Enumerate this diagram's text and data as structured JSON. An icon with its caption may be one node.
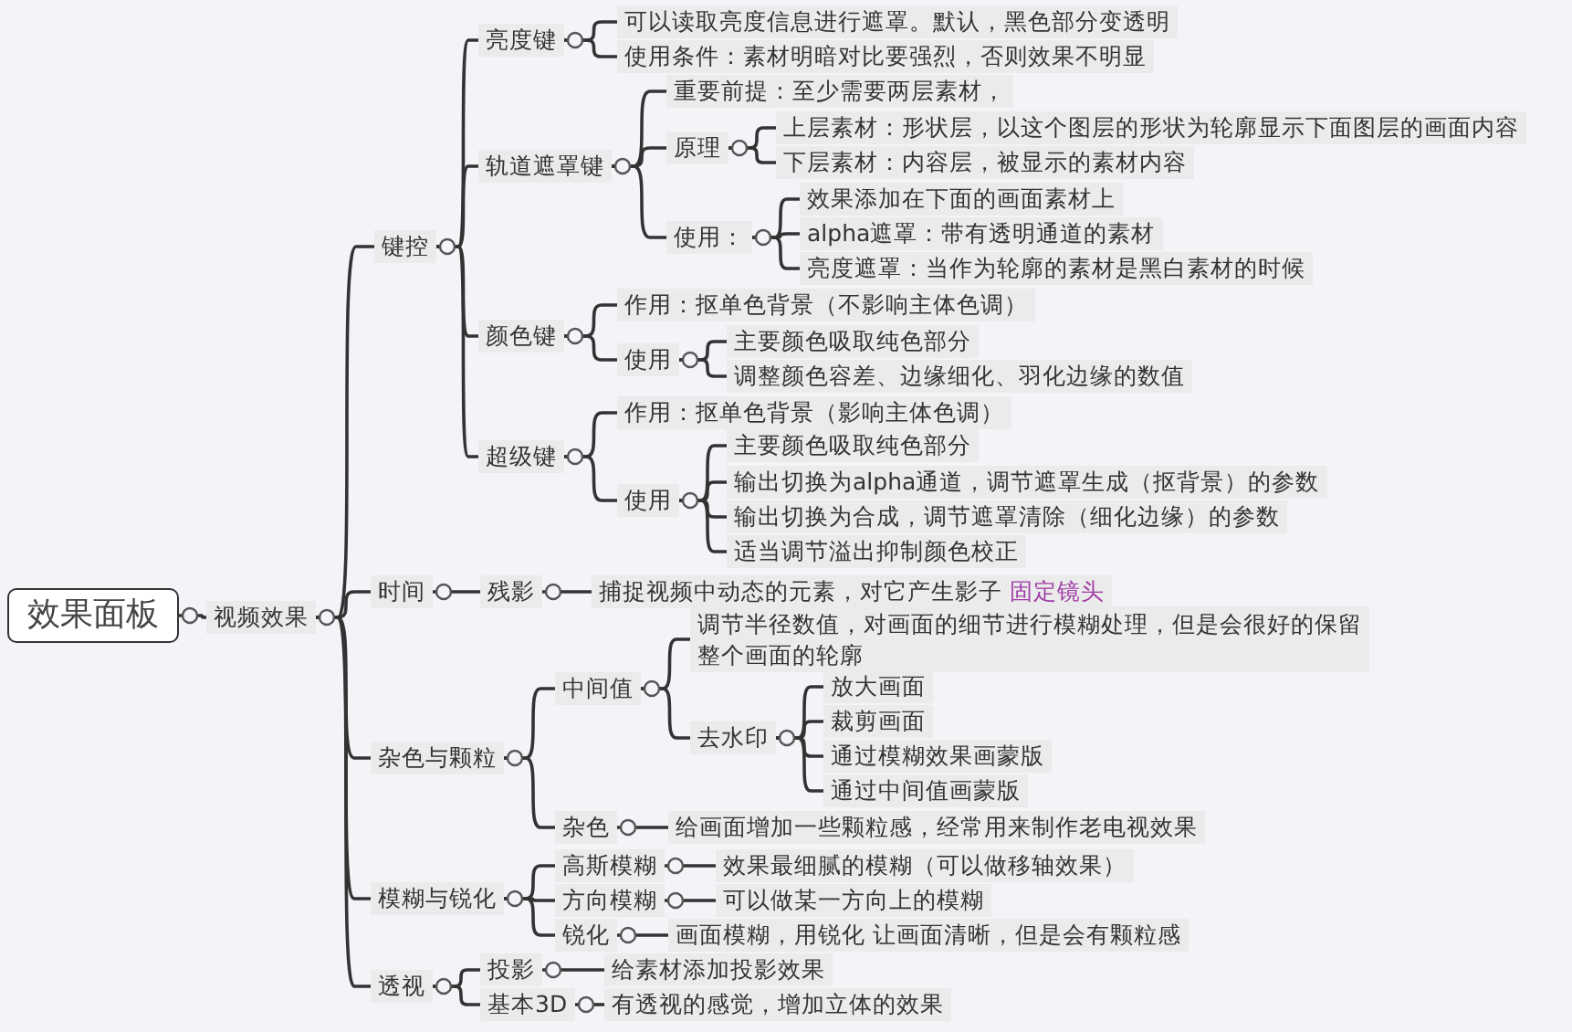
{
  "diagram": {
    "nodes": [
      {
        "text": [
          "效果面板"
        ]
      },
      {
        "text": [
          "视频效果"
        ]
      },
      {
        "text": [
          "键控"
        ]
      },
      {
        "text": [
          "亮度键"
        ]
      },
      {
        "text": [
          "可以读取亮度信息进行遮罩。默认，黑色部分变透明"
        ]
      },
      {
        "text": [
          "使用条件：素材明暗对比要强烈，否则效果不明显"
        ]
      },
      {
        "text": [
          "轨道遮罩键"
        ]
      },
      {
        "text": [
          "重要前提：至少需要两层素材，"
        ]
      },
      {
        "text": [
          "原理"
        ]
      },
      {
        "text": [
          "上层素材：形状层，以这个图层的形状为轮廓显示下面图层的画面内容"
        ]
      },
      {
        "text": [
          "下层素材：内容层，被显示的素材内容"
        ]
      },
      {
        "text": [
          "使用："
        ]
      },
      {
        "text": [
          "效果添加在下面的画面素材上"
        ]
      },
      {
        "text": [
          "alpha遮罩：带有透明通道的素材"
        ]
      },
      {
        "text": [
          "亮度遮罩：当作为轮廓的素材是黑白素材的时候"
        ]
      },
      {
        "text": [
          "颜色键"
        ]
      },
      {
        "text": [
          "作用：抠单色背景（不影响主体色调）"
        ]
      },
      {
        "text": [
          "使用"
        ]
      },
      {
        "text": [
          "主要颜色吸取纯色部分"
        ]
      },
      {
        "text": [
          "调整颜色容差、边缘细化、羽化边缘的数值"
        ]
      },
      {
        "text": [
          "超级键"
        ]
      },
      {
        "text": [
          "作用：抠单色背景（影响主体色调）"
        ]
      },
      {
        "text": [
          "使用"
        ]
      },
      {
        "text": [
          "主要颜色吸取纯色部分"
        ]
      },
      {
        "text": [
          "输出切换为alpha通道，调节遮罩生成（抠背景）的参数"
        ]
      },
      {
        "text": [
          "输出切换为合成，调节遮罩清除（细化边缘）的参数"
        ]
      },
      {
        "text": [
          "适当调节溢出抑制颜色校正"
        ]
      },
      {
        "text": [
          "时间"
        ]
      },
      {
        "text": [
          "残影"
        ]
      },
      {
        "text": [
          "捕捉视频中动态的元素，对它产生影子",
          "固定镜头"
        ]
      },
      {
        "text": [
          "杂色与颗粒"
        ]
      },
      {
        "text": [
          "中间值"
        ]
      },
      {
        "text": [
          "调节半径数值，对画面的细节进行模糊处理，但是会很好的保留整个画面的轮廓"
        ]
      },
      {
        "text": [
          "去水印"
        ]
      },
      {
        "text": [
          "放大画面"
        ]
      },
      {
        "text": [
          "裁剪画面"
        ]
      },
      {
        "text": [
          "通过模糊效果画蒙版"
        ]
      },
      {
        "text": [
          "通过中间值画蒙版"
        ]
      },
      {
        "text": [
          "杂色"
        ]
      },
      {
        "text": [
          "给画面增加一些颗粒感，经常用来制作老电视效果"
        ]
      },
      {
        "text": [
          "模糊与锐化"
        ]
      },
      {
        "text": [
          "高斯模糊"
        ]
      },
      {
        "text": [
          "效果最细腻的模糊（可以做移轴效果）"
        ]
      },
      {
        "text": [
          "方向模糊"
        ]
      },
      {
        "text": [
          "可以做某一方向上的模糊"
        ]
      },
      {
        "text": [
          "锐化"
        ]
      },
      {
        "text": [
          "画面模糊，用锐化 让画面清晰，但是会有颗粒感"
        ]
      },
      {
        "text": [
          "透视"
        ]
      },
      {
        "text": [
          "投影"
        ]
      },
      {
        "text": [
          "给素材添加投影效果"
        ]
      },
      {
        "text": [
          "基本3D"
        ]
      },
      {
        "text": [
          "有透视的感觉，增加立体的效果"
        ]
      }
    ],
    "edges": [
      {
        "from": 0,
        "to": 1,
        "arrow": "none"
      },
      {
        "from": 1,
        "to": 2,
        "arrow": "none"
      },
      {
        "from": 1,
        "to": 27,
        "arrow": "none"
      },
      {
        "from": 1,
        "to": 30,
        "arrow": "none"
      },
      {
        "from": 1,
        "to": 40,
        "arrow": "none"
      },
      {
        "from": 1,
        "to": 47,
        "arrow": "none"
      },
      {
        "from": 2,
        "to": 3,
        "arrow": "none"
      },
      {
        "from": 2,
        "to": 6,
        "arrow": "none"
      },
      {
        "from": 2,
        "to": 15,
        "arrow": "none"
      },
      {
        "from": 2,
        "to": 20,
        "arrow": "none"
      },
      {
        "from": 3,
        "to": 4,
        "arrow": "none"
      },
      {
        "from": 3,
        "to": 5,
        "arrow": "none"
      },
      {
        "from": 6,
        "to": 7,
        "arrow": "none"
      },
      {
        "from": 6,
        "to": 8,
        "arrow": "none"
      },
      {
        "from": 6,
        "to": 11,
        "arrow": "none"
      },
      {
        "from": 8,
        "to": 9,
        "arrow": "none"
      },
      {
        "from": 8,
        "to": 10,
        "arrow": "none"
      },
      {
        "from": 11,
        "to": 12,
        "arrow": "none"
      },
      {
        "from": 11,
        "to": 13,
        "arrow": "none"
      },
      {
        "from": 11,
        "to": 14,
        "arrow": "none"
      },
      {
        "from": 15,
        "to": 16,
        "arrow": "none"
      },
      {
        "from": 15,
        "to": 17,
        "arrow": "none"
      },
      {
        "from": 17,
        "to": 18,
        "arrow": "none"
      },
      {
        "from": 17,
        "to": 19,
        "arrow": "none"
      },
      {
        "from": 20,
        "to": 21,
        "arrow": "none"
      },
      {
        "from": 20,
        "to": 22,
        "arrow": "none"
      },
      {
        "from": 22,
        "to": 23,
        "arrow": "none"
      },
      {
        "from": 22,
        "to": 24,
        "arrow": "none"
      },
      {
        "from": 22,
        "to": 25,
        "arrow": "none"
      },
      {
        "from": 22,
        "to": 26,
        "arrow": "none"
      },
      {
        "from": 27,
        "to": 28,
        "arrow": "none"
      },
      {
        "from": 28,
        "to": 29,
        "arrow": "none"
      },
      {
        "from": 30,
        "to": 31,
        "arrow": "none"
      },
      {
        "from": 30,
        "to": 38,
        "arrow": "none"
      },
      {
        "from": 31,
        "to": 32,
        "arrow": "none"
      },
      {
        "from": 31,
        "to": 33,
        "arrow": "none"
      },
      {
        "from": 33,
        "to": 34,
        "arrow": "none"
      },
      {
        "from": 33,
        "to": 35,
        "arrow": "none"
      },
      {
        "from": 33,
        "to": 36,
        "arrow": "none"
      },
      {
        "from": 33,
        "to": 37,
        "arrow": "none"
      },
      {
        "from": 38,
        "to": 39,
        "arrow": "none"
      },
      {
        "from": 40,
        "to": 41,
        "arrow": "none"
      },
      {
        "from": 40,
        "to": 43,
        "arrow": "none"
      },
      {
        "from": 40,
        "to": 45,
        "arrow": "none"
      },
      {
        "from": 41,
        "to": 42,
        "arrow": "none"
      },
      {
        "from": 43,
        "to": 44,
        "arrow": "none"
      },
      {
        "from": 45,
        "to": 46,
        "arrow": "none"
      },
      {
        "from": 47,
        "to": 48,
        "arrow": "none"
      },
      {
        "from": 47,
        "to": 50,
        "arrow": "none"
      },
      {
        "from": 48,
        "to": 49,
        "arrow": "none"
      },
      {
        "from": 50,
        "to": 51,
        "arrow": "none"
      }
    ]
  }
}
